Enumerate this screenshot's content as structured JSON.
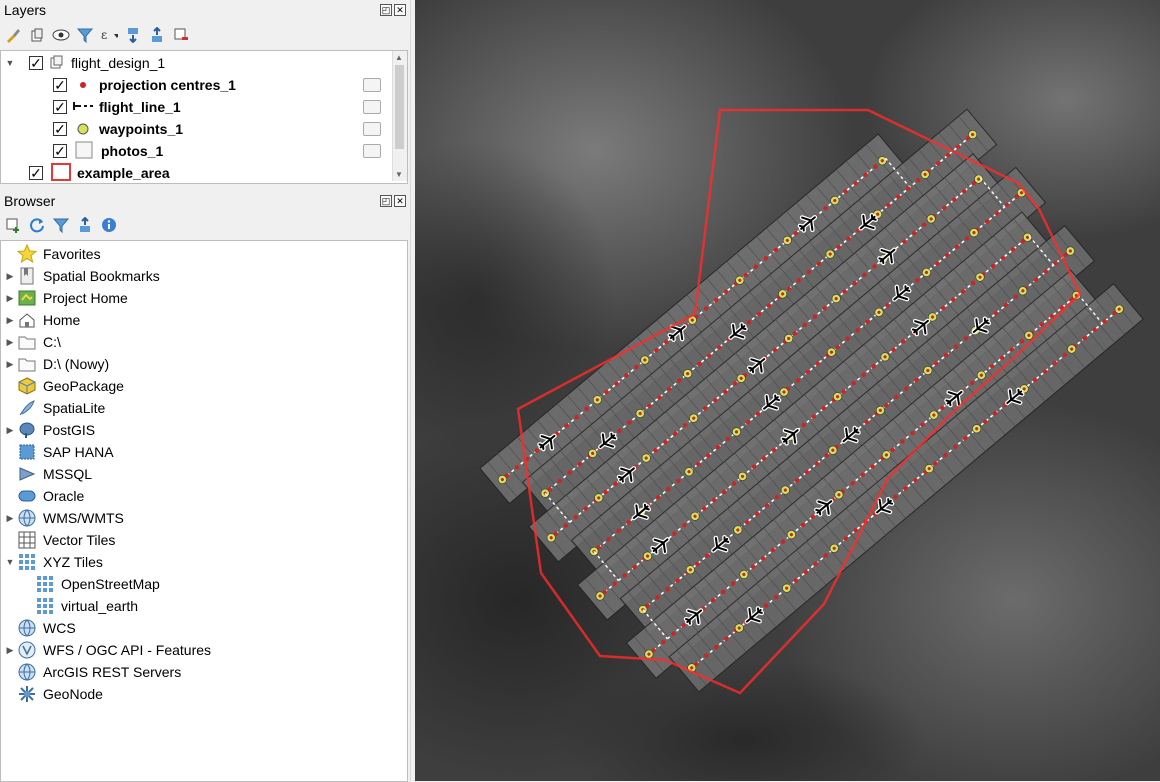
{
  "layers_panel": {
    "title": "Layers",
    "float_glyph": "◰",
    "close_glyph": "✕",
    "items": [
      {
        "label": "flight_design_1",
        "checked": true
      },
      {
        "label": "projection centres_1",
        "checked": true
      },
      {
        "label": "flight_line_1",
        "checked": true
      },
      {
        "label": "waypoints_1",
        "checked": true
      },
      {
        "label": "photos_1",
        "checked": true
      },
      {
        "label": "example_area",
        "checked": true
      }
    ]
  },
  "browser_panel": {
    "title": "Browser",
    "items": [
      {
        "label": "Favorites"
      },
      {
        "label": "Spatial Bookmarks"
      },
      {
        "label": "Project Home"
      },
      {
        "label": "Home"
      },
      {
        "label": "C:\\"
      },
      {
        "label": "D:\\ (Nowy)"
      },
      {
        "label": "GeoPackage"
      },
      {
        "label": "SpatiaLite"
      },
      {
        "label": "PostGIS"
      },
      {
        "label": "SAP HANA"
      },
      {
        "label": "MSSQL"
      },
      {
        "label": "Oracle"
      },
      {
        "label": "WMS/WMTS"
      },
      {
        "label": "Vector Tiles"
      },
      {
        "label": "XYZ Tiles"
      },
      {
        "label": "OpenStreetMap"
      },
      {
        "label": "virtual_earth"
      },
      {
        "label": "WCS"
      },
      {
        "label": "WFS / OGC API - Features"
      },
      {
        "label": "ArcGIS REST Servers"
      },
      {
        "label": "GeoNode"
      }
    ]
  },
  "colors": {
    "accent_red": "#e53935",
    "waypoint_fill": "#d6e35a",
    "projection_center": "#c62828"
  }
}
